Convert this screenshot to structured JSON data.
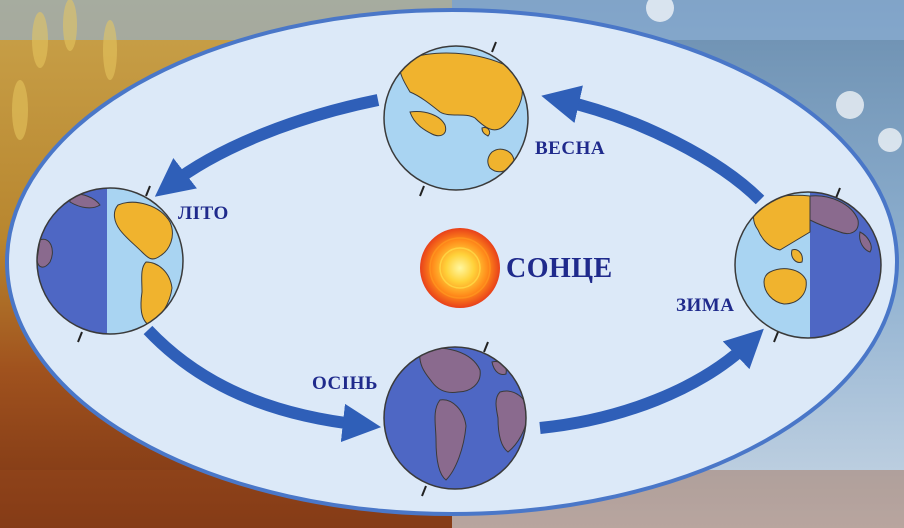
{
  "labels": {
    "spring": "ВЕСНА",
    "summer": "ЛІТО",
    "autumn": "ОСІНЬ",
    "winter": "ЗИМА",
    "sun": "СОНЦЕ"
  },
  "colors": {
    "ellipse_fill": "#dce9f8",
    "ellipse_border": "#4a77c8",
    "arrow": "#2f5fb8",
    "ocean_light": "#a9d4f2",
    "ocean_dark": "#4e67c4",
    "land_light": "#f0b32e",
    "land_dark": "#8a6a8e",
    "label": "#1f2a8c"
  }
}
